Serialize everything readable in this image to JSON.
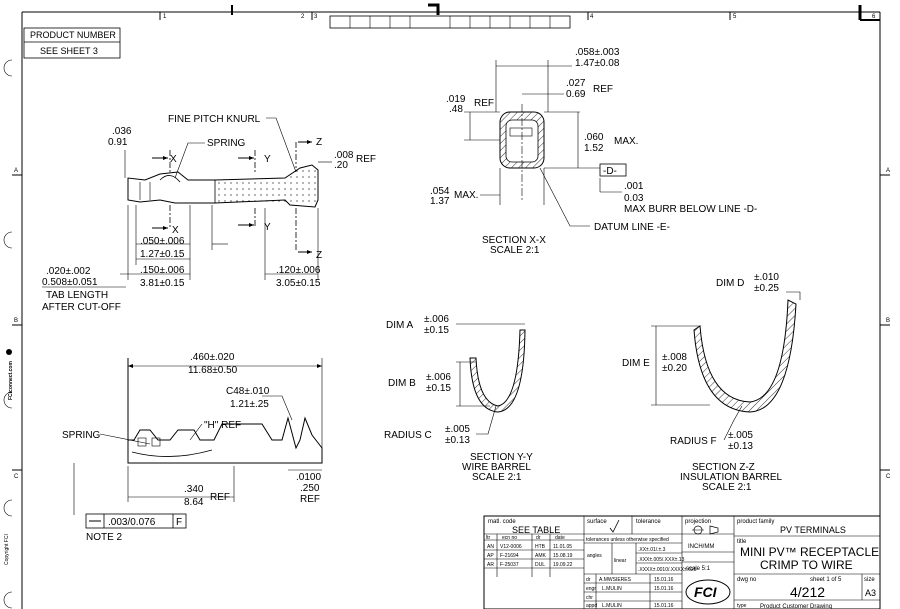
{
  "zones": {
    "top": [
      "1",
      "2",
      "3",
      "4",
      "5",
      "6"
    ],
    "side": [
      "A",
      "B",
      "C"
    ]
  },
  "side_text": {
    "website": "FCIconnect.com",
    "copyright": "Copyright FCI"
  },
  "product_box": {
    "line1": "PRODUCT NUMBER",
    "line2": "SEE SHEET 3"
  },
  "main_view": {
    "knurl": "FINE PITCH KNURL",
    "spring": "SPRING",
    "dim_036": [
      ".036",
      "0.91"
    ],
    "dim_008": [
      ".008",
      ".20"
    ],
    "ref": "REF",
    "x": "X",
    "y": "Y",
    "z": "Z",
    "dim_050": [
      ".050±.006",
      "1.27±0.15"
    ],
    "dim_150": [
      ".150±.006",
      "3.81±0.15"
    ],
    "dim_120": [
      ".120±.006",
      "3.05±0.15"
    ],
    "dim_020": [
      ".020±.002",
      "0.508±0.051"
    ],
    "tab_note": [
      "TAB LENGTH",
      "AFTER CUT-OFF"
    ]
  },
  "section_xx": {
    "dim_058": [
      ".058±.003",
      "1.47±0.08"
    ],
    "dim_027": [
      ".027",
      "0.69"
    ],
    "dim_019": [
      ".019",
      ".48"
    ],
    "ref": "REF",
    "dim_060": [
      ".060",
      "1.52"
    ],
    "max": "MAX.",
    "datum_d": "-D-",
    "dim_001": [
      ".001",
      "0.03"
    ],
    "burr": "MAX BURR BELOW LINE -D-",
    "dim_054": [
      ".054",
      "1.37"
    ],
    "datum_e": "DATUM LINE -E-",
    "caption": [
      "SECTION X-X",
      "SCALE 2:1"
    ]
  },
  "section_yy": {
    "dim_a": "DIM A",
    "tol_a": [
      "±.006",
      "±0.15"
    ],
    "dim_b": "DIM B",
    "tol_b": [
      "±.006",
      "±0.15"
    ],
    "radius_c": "RADIUS C",
    "tol_c": [
      "±.005",
      "±0.13"
    ],
    "caption": [
      "SECTION Y-Y",
      "WIRE BARREL",
      "SCALE 2:1"
    ]
  },
  "section_zz": {
    "dim_d": "DIM D",
    "tol_d": [
      "±.010",
      "±0.25"
    ],
    "dim_e": "DIM E",
    "tol_e": [
      "±.008",
      "±0.20"
    ],
    "radius_f": "RADIUS F",
    "tol_f": [
      "±.005",
      "±0.13"
    ],
    "caption": [
      "SECTION Z-Z",
      "INSULATION BARREL",
      "SCALE 2:1"
    ]
  },
  "side_view": {
    "dim_460": [
      ".460±.020",
      "11.68±0.50"
    ],
    "c48": [
      "C48±.010",
      "1.21±.25"
    ],
    "spring": "SPRING",
    "h_ref": "\"H\" REF",
    "dim_340": [
      ".340",
      "8.64"
    ],
    "ref": "REF",
    "dim_0100": [
      ".0100",
      ".250"
    ],
    "flatness_fcf": [
      ".003/0.076",
      "F"
    ],
    "note": "NOTE 2"
  },
  "title_block": {
    "matl_code": "matl. code",
    "see_table": "SEE TABLE",
    "surface": "surface",
    "tolerance": "tolerance",
    "projection": "projection",
    "product_family_label": "product family",
    "product_family": "PV TERMINALS",
    "title_label": "title",
    "title_line1": "MINI PV™ RECEPTACLE",
    "title_line2": "CRIMP TO WIRE",
    "tol_unless": "tolerances unless otherwise specified",
    "angles": "angles",
    "linear": "linear",
    "tol_xx": ".XX±.01/.±.3",
    "tol_xxx": ".XXX±.005/.XXX±.13",
    "tol_xxxx": ".XXXX±.0010/.XXXX±.025",
    "units": "INCH/MM",
    "scale": "scale 5:1",
    "rev_head": [
      "ltr",
      "ecn no",
      "dr",
      "date"
    ],
    "revs": [
      [
        "AN",
        "V12-0006",
        "HTB",
        "11.01.05"
      ],
      [
        "AP",
        "F-21694",
        "AMK",
        "15.08.19"
      ],
      [
        "AR",
        "F-25037",
        "DUL",
        "19.09.22"
      ]
    ],
    "sign_roles": [
      "dr",
      "engr",
      "chr",
      "appd"
    ],
    "sign_names": [
      "A.MWSIERES",
      "L.MULIN",
      "",
      "L.MULIN"
    ],
    "sign_dates": [
      "15.01.16",
      "15.01.16",
      "",
      "15.01.16"
    ],
    "dwg_no_label": "dwg no",
    "dwg_no": "4/212",
    "sheet": "sheet 1 of 5",
    "size_label": "size",
    "size": "A3",
    "logo": "FCI",
    "type_label": "type",
    "type": "Product Customer Drawing"
  }
}
